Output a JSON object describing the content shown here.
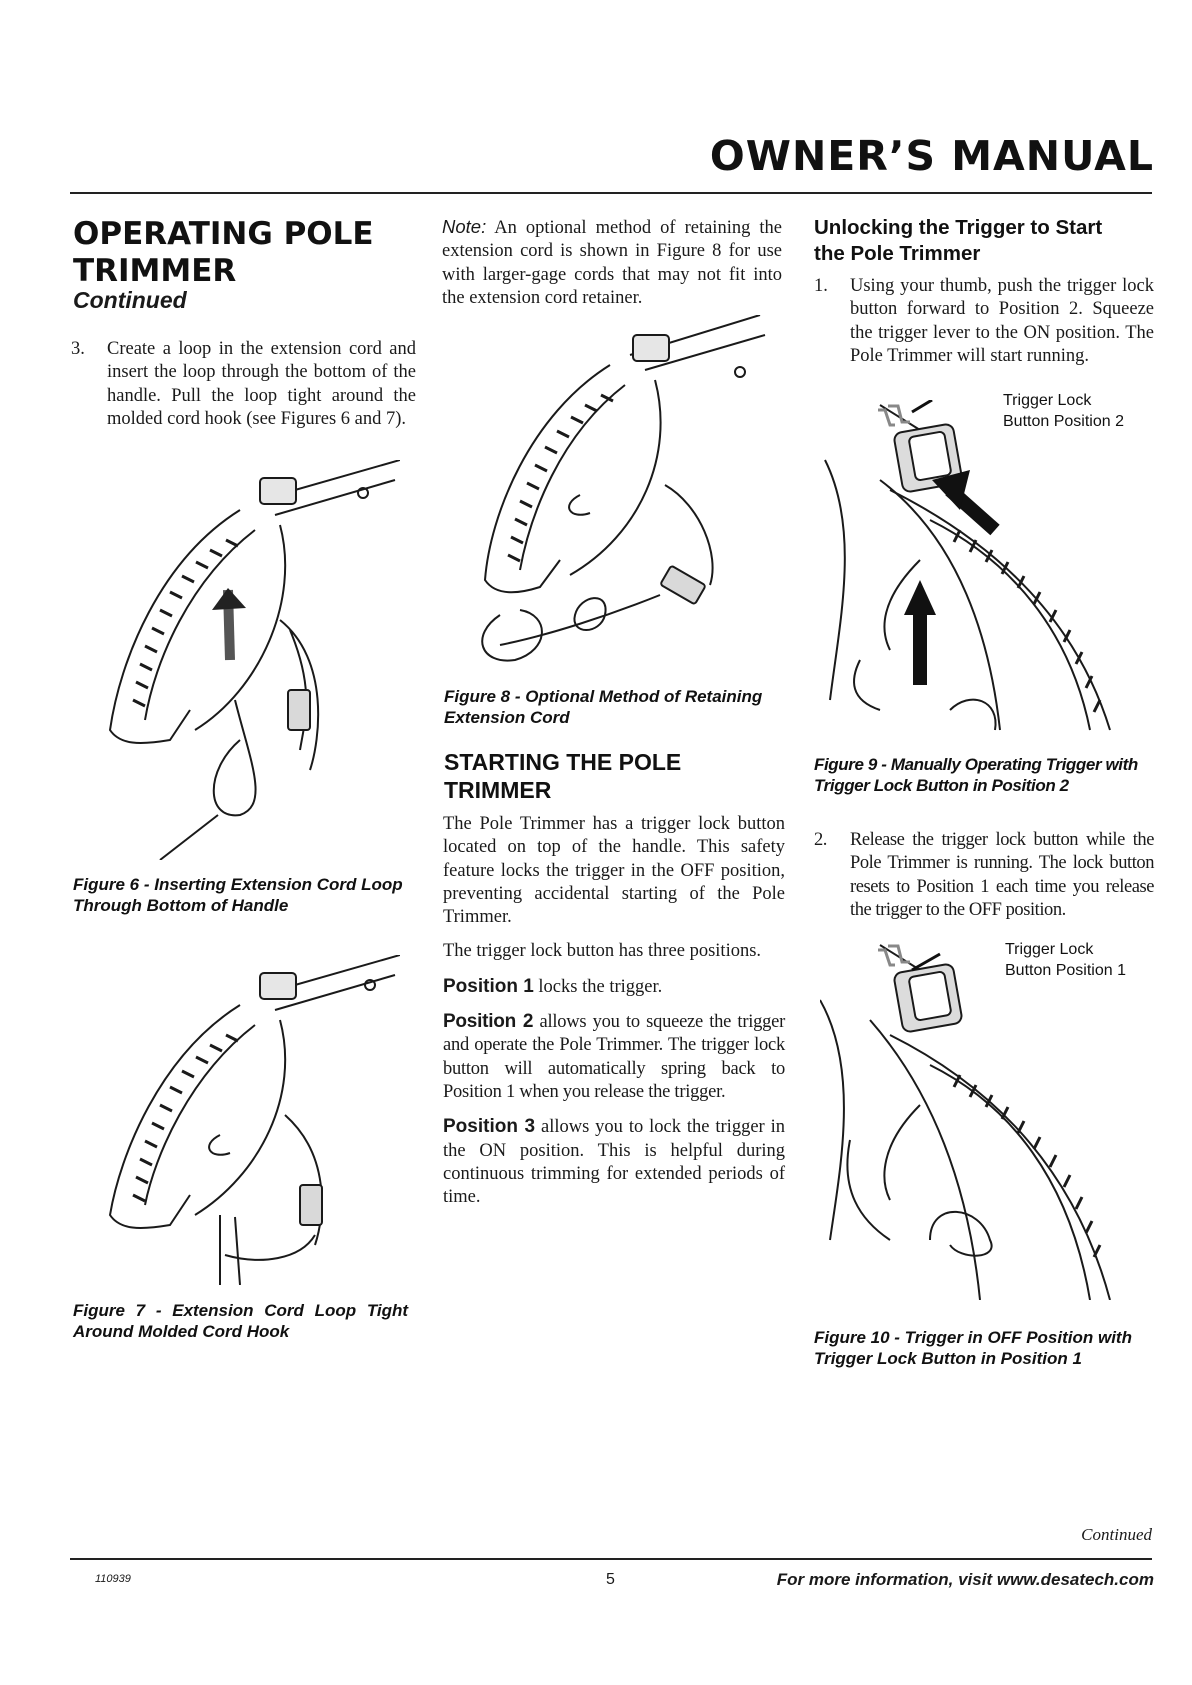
{
  "header": {
    "title": "OWNER’S MANUAL"
  },
  "col1": {
    "section_title_line1": "OPERATING POLE",
    "section_title_line2": "TRIMMER",
    "section_subtitle": "Continued",
    "step3_number": "3.",
    "step3_text": "Create a loop in the extension cord and insert the loop through the bottom of the handle. Pull the loop tight around the molded cord hook (see Figures 6 and 7).",
    "fig6_caption_line1": "Figure 6 - Inserting Extension Cord Loop",
    "fig6_caption_line2": "Through Bottom of Handle",
    "fig7_caption_line1": "Figure 7 - Extension Cord Loop Tight",
    "fig7_caption_line2": "Around Molded Cord Hook"
  },
  "col2": {
    "note_label": "Note:",
    "note_text": " An optional method of retaining the extension cord is shown in Figure 8 for use with larger-gage cords that may not fit into the extension cord retainer.",
    "fig8_caption_line1": "Figure 8 - Optional Method of Retaining",
    "fig8_caption_line2": "Extension Cord",
    "starting_title_line1": "STARTING THE POLE",
    "starting_title_line2": "TRIMMER",
    "para1": "The Pole Trimmer has a trigger lock button located on top of the handle. This safety feature locks the trigger in the OFF position, preventing accidental starting of the Pole Trimmer.",
    "para2": "The trigger lock button has three positions.",
    "pos1_label": "Position 1",
    "pos1_text": " locks the trigger.",
    "pos2_label": "Position 2",
    "pos2_text": " allows you to squeeze the trigger and operate the Pole Trimmer. The trigger lock button will automatically spring back to Position 1 when you release the trigger.",
    "pos3_label": "Position 3",
    "pos3_text": " allows you to lock the trigger in the ON position. This is helpful during continuous trimming for extended periods of time."
  },
  "col3": {
    "unlock_title_line1": "Unlocking the Trigger to Start",
    "unlock_title_line2": "the Pole Trimmer",
    "step1_number": "1.",
    "step1_text": "Using your thumb, push the trigger lock button forward to Position 2. Squeeze the trigger lever to the ON position. The Pole Trimmer will start running.",
    "fig9_label_line1": "Trigger Lock",
    "fig9_label_line2": "Button Position 2",
    "fig9_caption_line1": "Figure 9 - Manually Operating Trigger with",
    "fig9_caption_line2": "Trigger Lock Button in Position 2",
    "step2_number": "2.",
    "step2_text": "Release the trigger lock button while the Pole Trimmer is running. The lock button resets to Position 1 each time you release the trigger to the OFF position.",
    "fig10_label_line1": "Trigger Lock",
    "fig10_label_line2": "Button Position 1",
    "fig10_caption_line1": "Figure 10 - Trigger in OFF Position with",
    "fig10_caption_line2": "Trigger Lock Button in Position 1"
  },
  "footer": {
    "continued": "Continued",
    "doc_number": "110939",
    "page_number": "5",
    "more_info": "For more information, visit www.desatech.com"
  }
}
